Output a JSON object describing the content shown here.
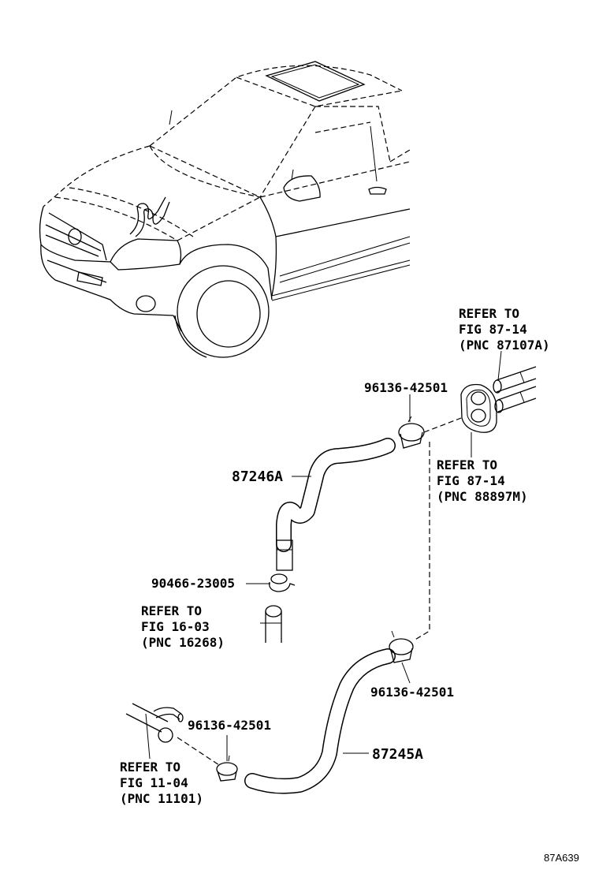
{
  "diagram": {
    "catalog_code": "87A639",
    "labels": {
      "ref_87107a": [
        "REFER TO",
        "FIG 87-14",
        "(PNC 87107A)"
      ],
      "ref_88897m": [
        "REFER TO",
        "FIG 87-14",
        "(PNC 88897M)"
      ],
      "ref_16268": [
        "REFER TO",
        "FIG 16-03",
        "(PNC 16268)"
      ],
      "ref_11101": [
        "REFER TO",
        "FIG 11-04",
        "(PNC 11101)"
      ],
      "clamp_top": "96136-42501",
      "clamp_mid": "96136-42501",
      "clamp_bottom": "96136-42501",
      "clip_90466": "90466-23005",
      "hose_upper": "87246A",
      "hose_lower": "87245A"
    }
  }
}
